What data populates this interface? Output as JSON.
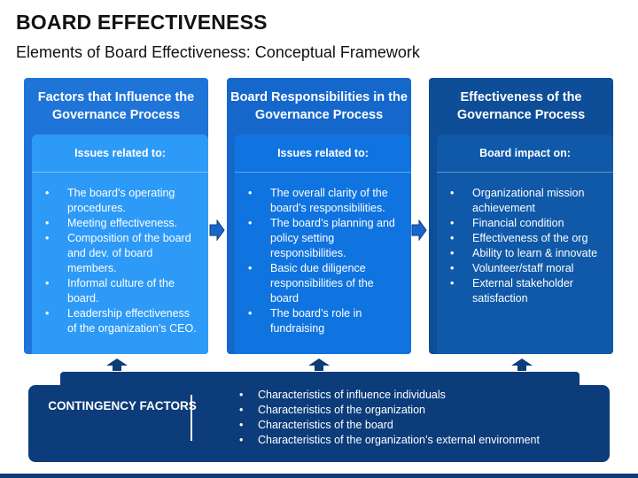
{
  "title": "BOARD EFFECTIVENESS",
  "subtitle": "Elements of Board Effectiveness: Conceptual Framework",
  "columns": [
    {
      "header": "Factors that Influence the Governance Process",
      "panel_label": "Issues related to:",
      "items": [
        "The board’s operating procedures.",
        "Meeting effectiveness.",
        "Composition of the board and dev. of board members.",
        "Informal culture of the board.",
        "Leadership effectiveness of the organization’s CEO."
      ]
    },
    {
      "header": "Board Responsibilities in the Governance Process",
      "panel_label": "Issues related to:",
      "items": [
        "The overall clarity of the board’s responsibilities.",
        "The board’s planning and policy setting responsibilities.",
        "Basic due diligence responsibilities of the board",
        "The board’s role in fundraising"
      ]
    },
    {
      "header": "Effectiveness of the Governance Process",
      "panel_label": "Board impact on:",
      "items": [
        "Organizational mission achievement",
        "Financial condition",
        "Effectiveness of the org",
        "Ability to learn & innovate",
        "Volunteer/staff moral",
        "External stakeholder satisfaction"
      ]
    }
  ],
  "contingency": {
    "label": "CONTINGENCY FACTORS",
    "items": [
      "Characteristics of influence individuals",
      "Characteristics of the organization",
      "Characteristics of the board",
      "Characteristics of the organization’s external environment"
    ]
  },
  "icons": {
    "arrow_right": "arrow-right-icon",
    "arrow_up": "arrow-up-icon"
  },
  "colors": {
    "col1_header": "#1f74d8",
    "col1_panel": "#2e9af7",
    "col2_header": "#1567cc",
    "col2_panel": "#1074e0",
    "col3_header": "#0e4d97",
    "col3_panel": "#1059a9",
    "contingency": "#0c3c7a"
  }
}
